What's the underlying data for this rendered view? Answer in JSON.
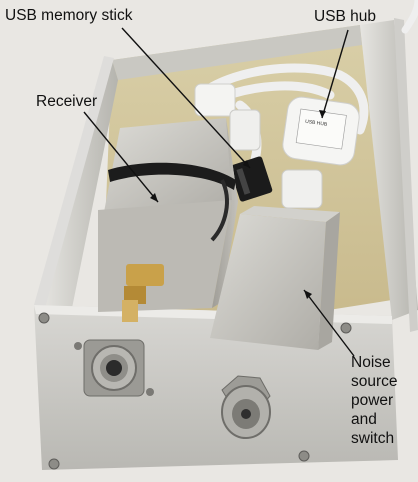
{
  "labels": {
    "usb_memory_stick": "USB memory stick",
    "usb_hub": "USB hub",
    "receiver": "Receiver",
    "noise_source": "Noise source power and switch"
  },
  "hub_label_text": "USB HUB",
  "colors": {
    "background": "#e9e7e3",
    "enclosure": "#c9c8c3",
    "enclosure_inner": "#cfc29a",
    "metal_box": "#c6c4be",
    "cable": "#eeeeee",
    "connector_black": "#1b1b1b",
    "brass": "#c9a14a"
  }
}
